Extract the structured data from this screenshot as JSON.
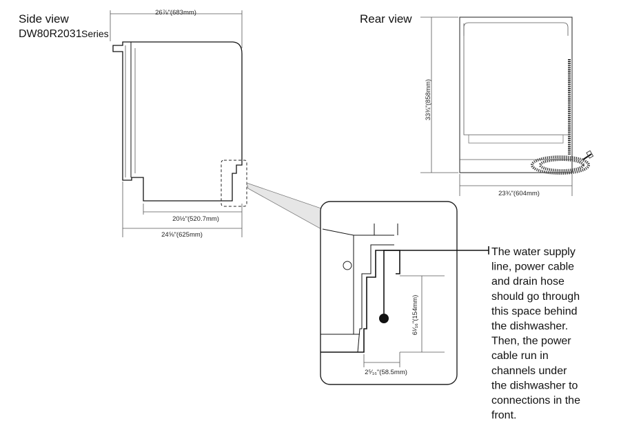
{
  "side_view": {
    "title": "Side view",
    "model": "DW80R2031",
    "series_label": "Series",
    "dim_top": "26⅞\"(683mm)",
    "dim_bottom_inner": "20½\"(520.7mm)",
    "dim_bottom_outer": "24⅝\"(625mm)"
  },
  "rear_view": {
    "title": "Rear view",
    "dim_height": "33¾\"(858mm)",
    "dim_width": "23¾\"(604mm)"
  },
  "detail": {
    "dim_vertical": "6¹⁄₁₆\"(154mm)",
    "dim_horizontal": "2⁵⁄₁₆\"(58.5mm)"
  },
  "note_lines": [
    "The water supply",
    "line, power cable",
    "and drain hose",
    "should go through",
    "this space behind",
    "the dishwasher.",
    "Then, the power",
    "cable run in",
    "channels under",
    "the dishwasher to",
    "connections in the",
    "front."
  ]
}
